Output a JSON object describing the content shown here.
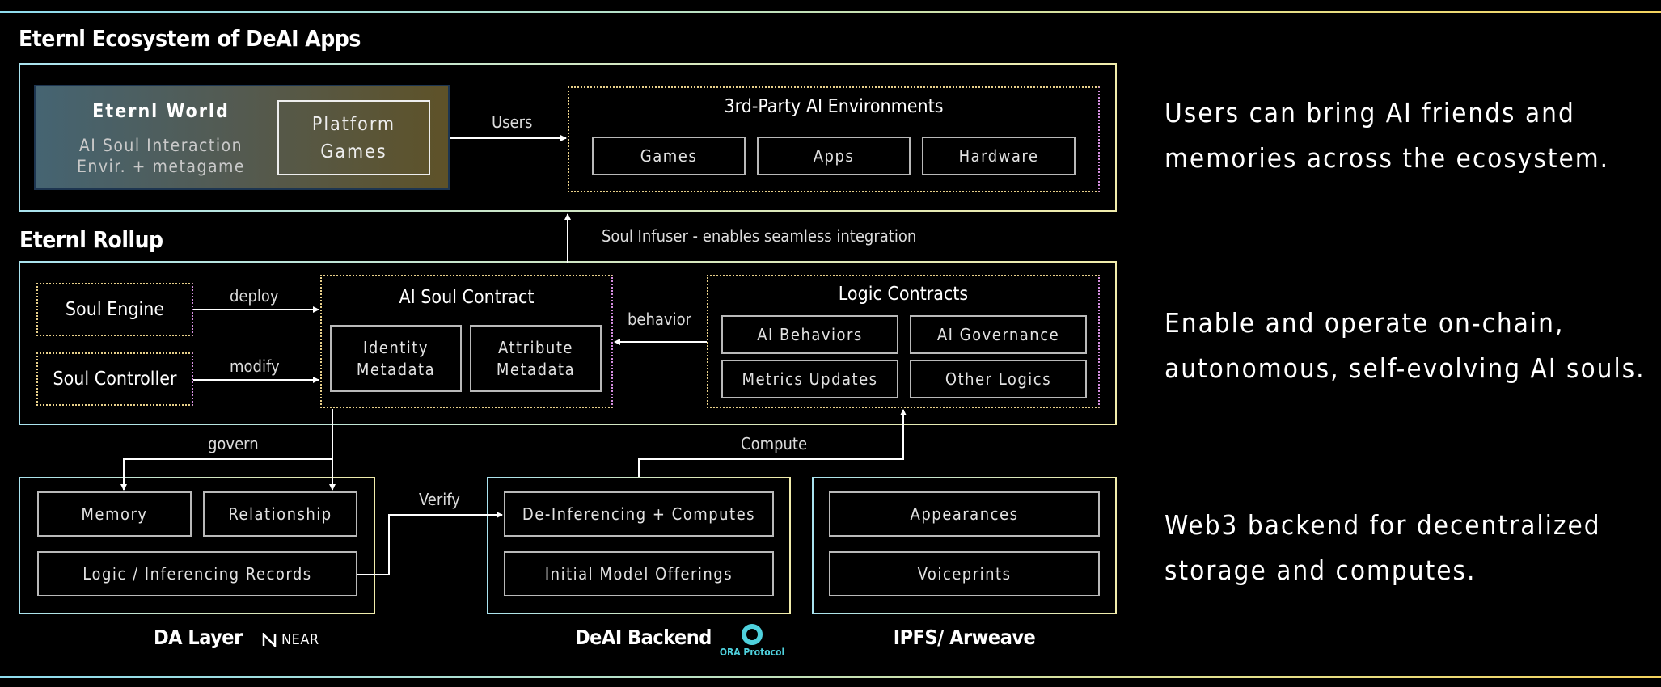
{
  "ecosystem": {
    "title": "Eternl Ecosystem of DeAI Apps",
    "eternl_world": {
      "title": "Eternl World",
      "subtitle_line1": "AI Soul Interaction",
      "subtitle_line2": "Envir. + metagame",
      "platform_games_line1": "Platform",
      "platform_games_line2": "Games"
    },
    "users_label": "Users",
    "third_party": {
      "title": "3rd-Party AI Environments",
      "items": [
        "Games",
        "Apps",
        "Hardware"
      ]
    }
  },
  "soul_infuser_label": "Soul Infuser - enables seamless integration",
  "rollup": {
    "title": "Eternl Rollup",
    "soul_engine": "Soul Engine",
    "soul_controller": "Soul Controller",
    "deploy_label": "deploy",
    "modify_label": "modify",
    "ai_soul_contract": {
      "title": "AI Soul Contract",
      "identity_line1": "Identity",
      "identity_line2": "Metadata",
      "attribute_line1": "Attribute",
      "attribute_line2": "Metadata"
    },
    "behavior_label": "behavior",
    "logic_contracts": {
      "title": "Logic Contracts",
      "items": [
        "AI Behaviors",
        "AI Governance",
        "Metrics Updates",
        "Other Logics"
      ]
    }
  },
  "govern_label": "govern",
  "compute_label": "Compute",
  "verify_label": "Verify",
  "da_layer": {
    "title": "DA Layer",
    "items": [
      "Memory",
      "Relationship",
      "Logic / Inferencing Records"
    ],
    "partner": "NEAR"
  },
  "deai_backend": {
    "title": "DeAI Backend",
    "items": [
      "De-Inferencing + Computes",
      "Initial Model Offerings"
    ],
    "partner": "ORA Protocol",
    "partner_color": "#4fd1dd"
  },
  "storage": {
    "title": "IPFS/ Arweave",
    "items": [
      "Appearances",
      "Voiceprints"
    ]
  },
  "side_notes": {
    "note1_line1": "Users can bring AI friends and",
    "note1_line2": "memories across the ecosystem.",
    "note2_line1": "Enable and operate on-chain,",
    "note2_line2": "autonomous, self-evolving AI souls.",
    "note3_line1": "Web3 backend for decentralized",
    "note3_line2": "storage and computes."
  }
}
